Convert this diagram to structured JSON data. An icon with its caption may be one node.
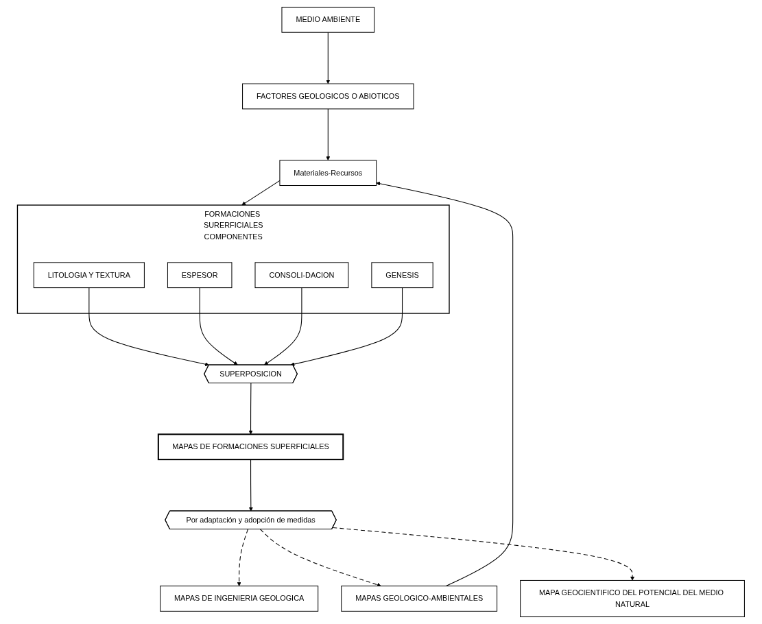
{
  "diagram": {
    "nodes": [
      {
        "text": [
          "MEDIO AMBIENTE"
        ]
      },
      {
        "text": [
          "FACTORES GEOLOGICOS O ABIOTICOS"
        ]
      },
      {
        "text": [
          "Materiales-Recursos"
        ]
      },
      {
        "text": [
          "FORMACIONES SURERFICIALES",
          "COMPONENTES"
        ]
      },
      {
        "text": [
          "LITOLOGIA Y TEXTURA"
        ],
        "in": 3
      },
      {
        "text": [
          "ESPESOR"
        ],
        "in": 3
      },
      {
        "text": [
          "CONSOLI-DACION"
        ],
        "in": 3
      },
      {
        "text": [
          "GENESIS"
        ],
        "in": 3
      },
      {
        "text": [
          "SUPERPOSICION"
        ]
      },
      {
        "text": [
          "MAPAS DE FORMACIONES SUPERFICIALES"
        ]
      },
      {
        "text": [
          "Por adaptación y adopción de medidas"
        ]
      },
      {
        "text": [
          "MAPAS DE INGENIERIA GEOLOGICA"
        ]
      },
      {
        "text": [
          "MAPAS GEOLOGICO-AMBIENTALES"
        ]
      },
      {
        "text": [
          "MAPA GEOCIENTIFICO DEL POTENCIAL DEL MEDIO NATURAL"
        ]
      }
    ],
    "edges": [
      {
        "from": 0,
        "to": 1,
        "arrow": "to"
      },
      {
        "from": 1,
        "to": 2,
        "arrow": "to"
      },
      {
        "from": 2,
        "to": 3,
        "arrow": "to"
      },
      {
        "from": 4,
        "to": 8,
        "arrow": "to"
      },
      {
        "from": 5,
        "to": 8,
        "arrow": "to"
      },
      {
        "from": 6,
        "to": 8,
        "arrow": "to"
      },
      {
        "from": 7,
        "to": 8,
        "arrow": "to"
      },
      {
        "from": 8,
        "to": 9,
        "arrow": "to"
      },
      {
        "from": 9,
        "to": 10,
        "arrow": "to"
      },
      {
        "from": 10,
        "to": 11,
        "arrow": "to",
        "style": "dashed"
      },
      {
        "from": 10,
        "to": 12,
        "arrow": "to",
        "style": "dashed"
      },
      {
        "from": 10,
        "to": 13,
        "arrow": "to",
        "style": "dashed"
      },
      {
        "from": 12,
        "to": 2,
        "arrow": "to"
      }
    ]
  }
}
